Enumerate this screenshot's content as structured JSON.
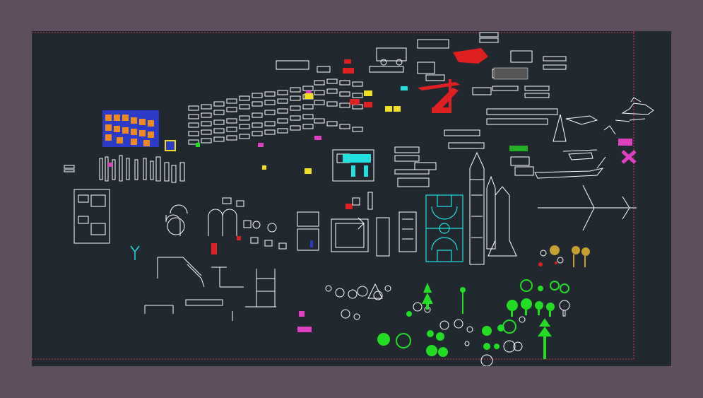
{
  "colors": {
    "frame": "#5e4f5f",
    "background": "#212830",
    "dashed_border": "#d23a4a",
    "line": "#ffffff",
    "orange": "#f08a1e",
    "blue": "#2a3cc8",
    "red": "#e02020",
    "yellow": "#f2e020",
    "magenta": "#e040c0",
    "cyan": "#20e0e0",
    "green": "#22dd22",
    "olive": "#c8a030"
  },
  "blocks": {
    "signage": "signage-block",
    "people": "people-figures-block",
    "vehicles": "vehicles-block",
    "construction_equipment": "construction-equipment-block",
    "trains": "trains-block",
    "aircraft": "aircraft-block",
    "space_shuttle": "space-shuttle-block",
    "basketball_court": "basketball-court-block",
    "playground": "playground-equipment-block",
    "trees": "trees-and-plants-block",
    "furniture": "furniture-block"
  }
}
